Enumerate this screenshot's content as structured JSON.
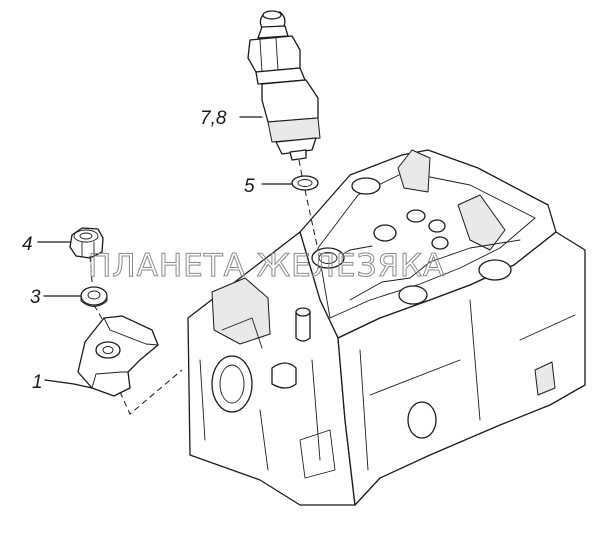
{
  "callouts": {
    "injector": "7,8",
    "seal_ring": "5",
    "nut": "4",
    "washer": "3",
    "clamp": "1"
  },
  "watermark": "ПЛАНЕТА ЖЕЛЕЗЯКА"
}
